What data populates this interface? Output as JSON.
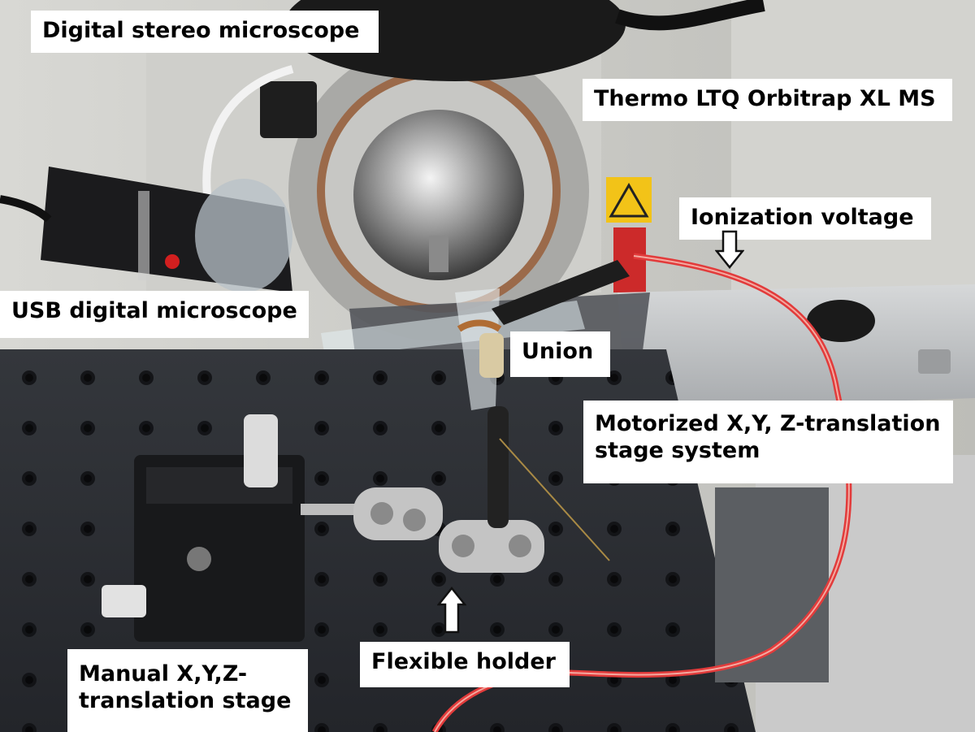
{
  "photo": {
    "labels": {
      "digital_stereo_microscope": "Digital stereo microscope",
      "thermo_orbitrap": "Thermo LTQ Orbitrap XL MS",
      "ionization_voltage": "Ionization voltage",
      "usb_digital_microscope": "USB digital microscope",
      "union": "Union",
      "motorized_stage": "Motorized X,Y,  Z-translation\nstage system",
      "flexible_holder": "Flexible holder",
      "manual_stage": "Manual X,Y,Z-\ntranslation stage"
    },
    "colors": {
      "cable_red": "#e23b3b",
      "label_bg": "#ffffff",
      "breadboard": "#2b2e33",
      "instrument_panel": "#c9c9c6"
    }
  }
}
